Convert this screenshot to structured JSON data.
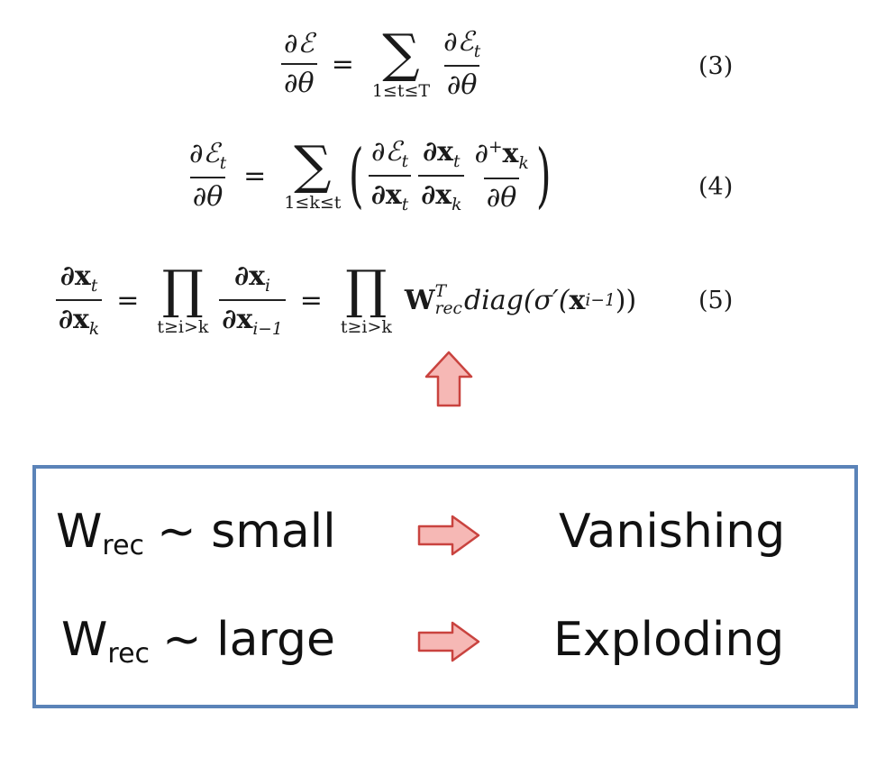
{
  "equations": {
    "eq3": {
      "lhs_num": "∂ℰ",
      "lhs_den": "∂θ",
      "sum": "∑",
      "sum_sub": "1≤t≤T",
      "rhs_num": "∂ℰ",
      "rhs_num_sub": "t",
      "rhs_den": "∂θ",
      "label": "(3)"
    },
    "eq4": {
      "lhs_num": "∂ℰ",
      "lhs_num_sub": "t",
      "lhs_den": "∂θ",
      "sum": "∑",
      "sum_sub": "1≤k≤t",
      "f1_num": "∂ℰ",
      "f1_num_sub": "t",
      "f1_den": "∂x",
      "f1_den_sub": "t",
      "f2_num": "∂x",
      "f2_num_sub": "t",
      "f2_den": "∂x",
      "f2_den_sub": "k",
      "f3_num_pre": "∂",
      "f3_num_sup": "+",
      "f3_num": "x",
      "f3_num_sub": "k",
      "f3_den": "∂θ",
      "label": "(4)"
    },
    "eq5": {
      "lhs_num": "∂x",
      "lhs_num_sub": "t",
      "lhs_den": "∂x",
      "lhs_den_sub": "k",
      "prod": "∏",
      "prod_sub": "t≥i>k",
      "f_num": "∂x",
      "f_num_sub": "i",
      "f_den": "∂x",
      "f_den_sub": "i−1",
      "w": "W",
      "w_sup": "T",
      "w_sub": "rec",
      "tail_a": "diag(σ′(",
      "tail_x": "x",
      "tail_sub": "i−1",
      "tail_b": "))",
      "label": "(5)"
    }
  },
  "summary": {
    "rows": [
      {
        "w": "W",
        "w_sub": "rec",
        "condition": "~ small",
        "result": "Vanishing"
      },
      {
        "w": "W",
        "w_sub": "rec",
        "condition": "~ large",
        "result": "Exploding"
      }
    ],
    "border_color": "#5b83b8"
  },
  "arrow_color": {
    "fill": "#f6b8b5",
    "stroke": "#c9433f"
  }
}
